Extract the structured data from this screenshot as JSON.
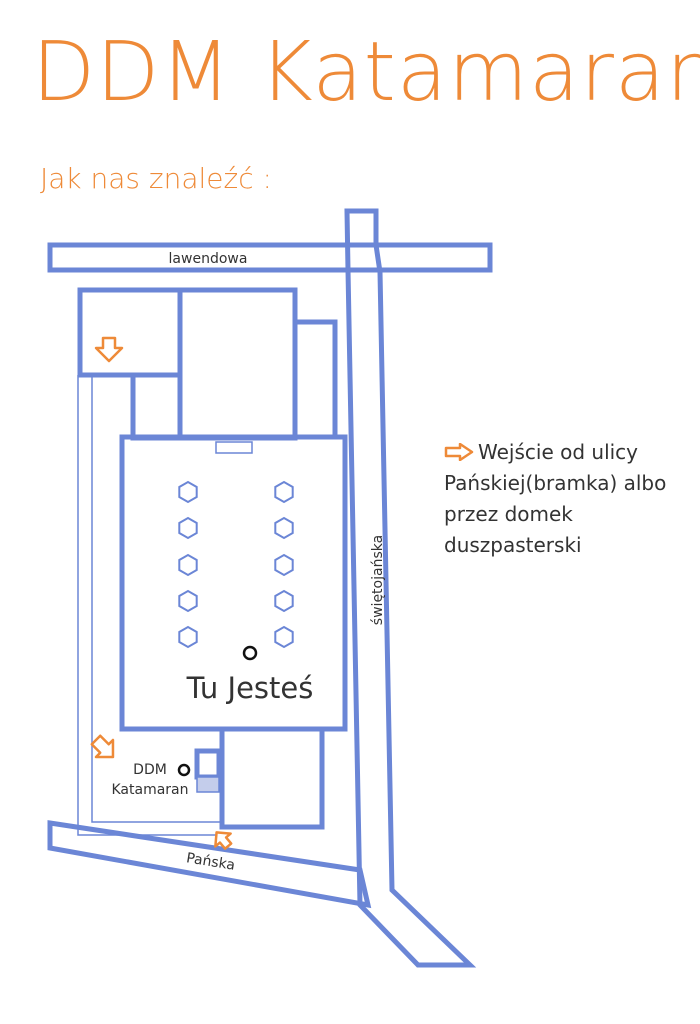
{
  "header": {
    "title": "DDM Katamaran",
    "subtitle": "Jak nas znaleźć :"
  },
  "legend": {
    "icon": "arrow-right-icon",
    "text": "Wejście od ulicy Pańskiej(bramka) albo przez domek duszpasterski"
  },
  "map": {
    "streets": {
      "north": "lawendowa",
      "east": "świętojańska",
      "south": "Pańska"
    },
    "labels": {
      "you_are_here": "Tu Jesteś",
      "ddm_line1": "DDM",
      "ddm_line2": "Katamaran"
    },
    "icons": {
      "entrance": "arrow-down-icon",
      "marker": "location-circle-icon",
      "pew": "hexagon-icon"
    }
  },
  "colors": {
    "accent": "#ee8a38",
    "map_lines": "#6b86d6",
    "text": "#333333"
  }
}
